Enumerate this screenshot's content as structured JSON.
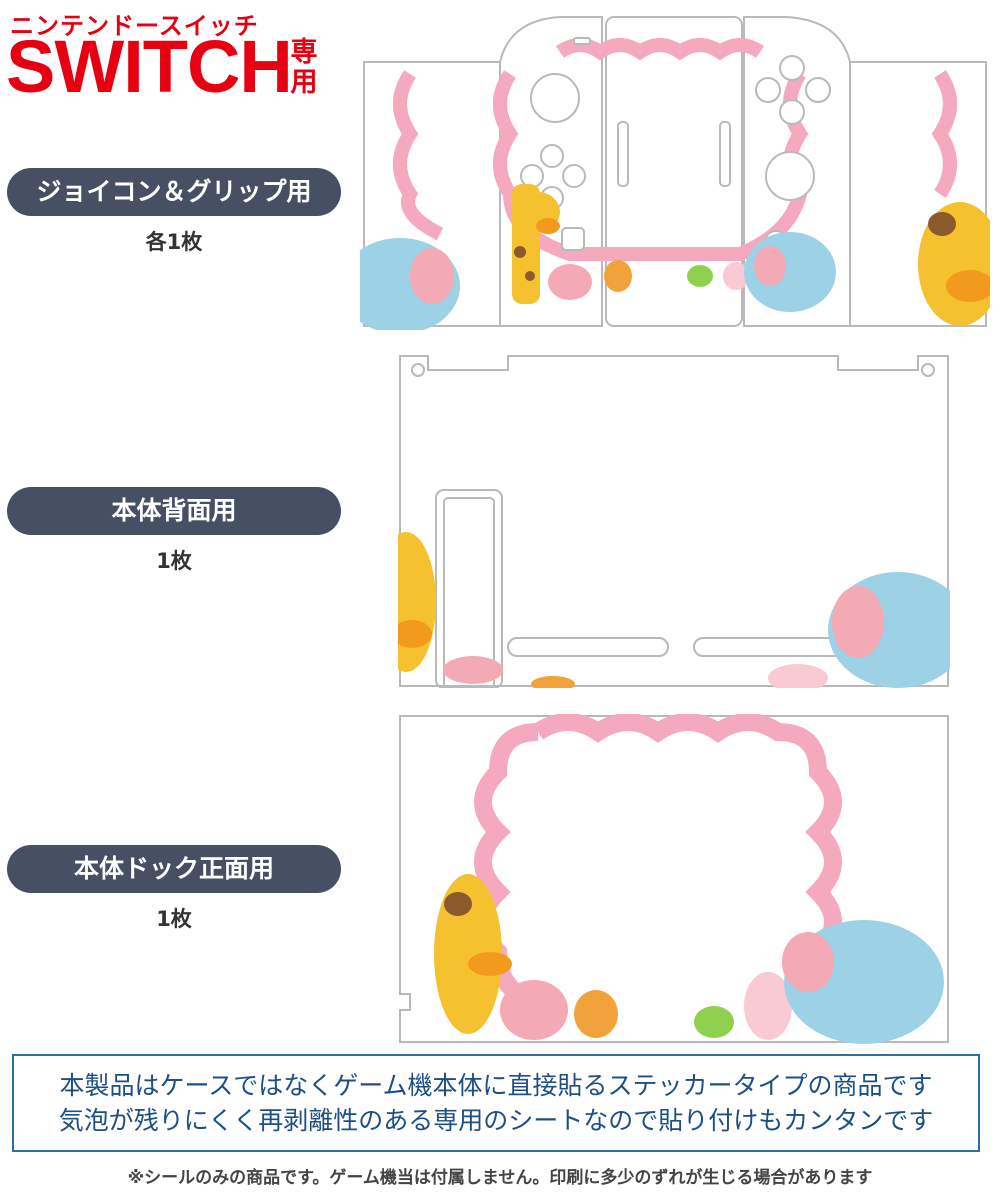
{
  "brand": {
    "kana": "ニンテンドースイッチ",
    "switch": "SWITCH",
    "dedicated": "専用"
  },
  "sections": [
    {
      "label": "ジョイコン＆グリップ用",
      "quantity": "各1枚"
    },
    {
      "label": "本体背面用",
      "quantity": "1枚"
    },
    {
      "label": "本体ドック正面用",
      "quantity": "1枚"
    }
  ],
  "notice": {
    "line1": "本製品はケースではなくゲーム機本体に直接貼るステッカータイプの商品です",
    "line2": "気泡が残りにくく再剥離性のある専用のシートなので貼り付けもカンタンです"
  },
  "footnote": "※シールのみの商品です。ゲーム機当は付属しません。印刷に多少のずれが生じる場合があります",
  "colors": {
    "brand_red": "#e60012",
    "pill_bg": "#474f65",
    "notice_border": "#2f6fa0",
    "notice_text": "#1d4f86",
    "frame_pink": "#f4a9bf",
    "elephant_blue": "#9dd2e6",
    "giraffe_yellow": "#f6c12f"
  }
}
